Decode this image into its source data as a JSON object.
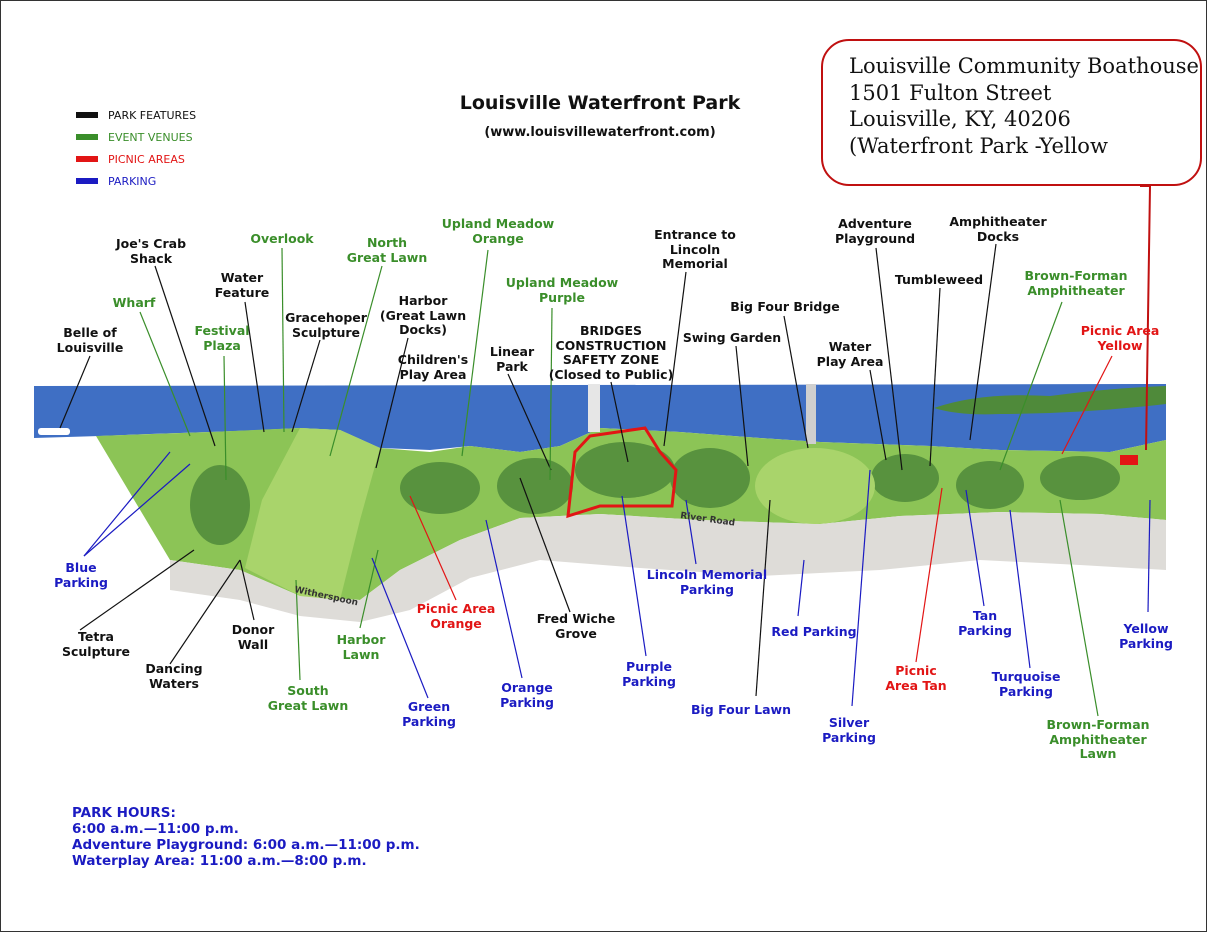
{
  "title": "Louisville Waterfront Park",
  "subtitle": "(www.louisvillewaterfront.com)",
  "legend": [
    {
      "label": "PARK FEATURES",
      "color": "#111111",
      "text_color": "#111111"
    },
    {
      "label": "EVENT VENUES",
      "color": "#3a8e2a",
      "text_color": "#3a8e2a"
    },
    {
      "label": "PICNIC AREAS",
      "color": "#e21515",
      "text_color": "#e21515"
    },
    {
      "label": "PARKING",
      "color": "#1b1bc2",
      "text_color": "#1b1bc2"
    }
  ],
  "callout": {
    "line1": "Louisville Community Boathouse",
    "line2": "1501 Fulton Street",
    "line3": "Louisville, KY, 40206",
    "line4": "(Waterfront Park -Yellow"
  },
  "labels": {
    "belle": "Belle of\nLouisville",
    "wharf": "Wharf",
    "joes": "Joe's Crab\nShack",
    "water_feature": "Water\nFeature",
    "overlook": "Overlook",
    "festival": "Festival\nPlaza",
    "gracehoper": "Gracehoper\nSculpture",
    "north_lawn": "North\nGreat Lawn",
    "harbor_docks": "Harbor\n(Great Lawn\nDocks)",
    "upland_orange": "Upland Meadow\nOrange",
    "childrens": "Children's\nPlay Area",
    "linear": "Linear\nPark",
    "upland_purple": "Upland Meadow\nPurple",
    "bridges": "BRIDGES\nCONSTRUCTION\nSAFETY ZONE\n(Closed to Public)",
    "lincoln_entrance": "Entrance to\nLincoln\nMemorial",
    "swing": "Swing Garden",
    "big_four_bridge": "Big Four Bridge",
    "adventure": "Adventure\nPlayground",
    "water_play": "Water\nPlay Area",
    "tumbleweed": "Tumbleweed",
    "amph_docks": "Amphitheater\nDocks",
    "bf_amph": "Brown-Forman\nAmphitheater",
    "picnic_yellow": "Picnic Area\nYellow",
    "blue_parking": "Blue\nParking",
    "tetra": "Tetra\nSculpture",
    "dancing": "Dancing\nWaters",
    "donor": "Donor\nWall",
    "south_lawn": "South\nGreat Lawn",
    "harbor_lawn": "Harbor\nLawn",
    "green_parking": "Green\nParking",
    "picnic_orange": "Picnic Area\nOrange",
    "orange_parking": "Orange\nParking",
    "fred_wiche": "Fred Wiche\nGrove",
    "purple_parking": "Purple\nParking",
    "lincoln_parking": "Lincoln Memorial\nParking",
    "big_four_lawn": "Big Four Lawn",
    "red_parking": "Red Parking",
    "silver_parking": "Silver\nParking",
    "picnic_tan": "Picnic\nArea Tan",
    "tan_parking": "Tan\nParking",
    "turquoise": "Turquoise\nParking",
    "bf_lawn": "Brown-Forman\nAmphitheater\nLawn",
    "yellow_parking": "Yellow\nParking"
  },
  "map_text": {
    "river_road": "River Road",
    "witherspoon": "Witherspoon"
  },
  "hours": {
    "heading": "PARK HOURS:",
    "line1": "6:00 a.m.—11:00 p.m.",
    "line2": "Adventure Playground: 6:00 a.m.—11:00 p.m.",
    "line3": "Waterplay Area: 11:00 a.m.—8:00 p.m."
  },
  "colors": {
    "river": "#3f6fc4",
    "lawn": "#8cc456",
    "trees": "#4f8a3a",
    "road": "#dedcd8",
    "closed_zone": "#e21515"
  }
}
